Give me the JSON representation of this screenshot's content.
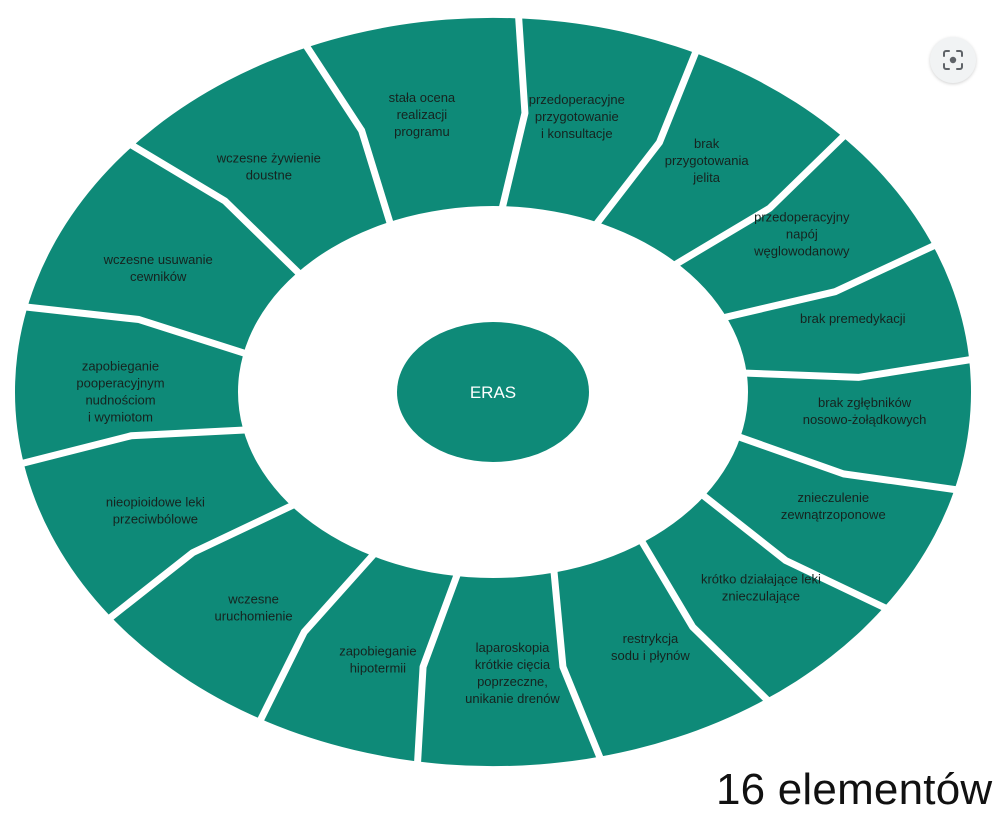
{
  "diagram": {
    "center_label": "ERAS",
    "segments": [
      {
        "lines": [
          "przedoperacyjne",
          "przygotowanie",
          "i konsultacje"
        ]
      },
      {
        "lines": [
          "brak",
          "przygotowania",
          "jelita"
        ]
      },
      {
        "lines": [
          "przedoperacyjny",
          "napój",
          "węglowodanowy"
        ]
      },
      {
        "lines": [
          "brak premedykacji"
        ]
      },
      {
        "lines": [
          "brak zgłębników",
          "nosowo-żołądkowych"
        ]
      },
      {
        "lines": [
          "znieczulenie",
          "zewnątrzoponowe"
        ]
      },
      {
        "lines": [
          "krótko działające leki",
          "znieczulające"
        ]
      },
      {
        "lines": [
          "restrykcja",
          "sodu i płynów"
        ]
      },
      {
        "lines": [
          "laparoskopia",
          "krótkie cięcia",
          "poprzeczne,",
          "unikanie drenów"
        ]
      },
      {
        "lines": [
          "zapobieganie",
          "hipotermii"
        ]
      },
      {
        "lines": [
          "wczesne",
          "uruchomienie"
        ]
      },
      {
        "lines": [
          "nieopioidowe leki",
          "przeciwbólowe"
        ]
      },
      {
        "lines": [
          "zapobieganie",
          "pooperacyjnym",
          "nudnościom",
          "i wymiotom"
        ]
      },
      {
        "lines": [
          "wczesne usuwanie",
          "cewników"
        ]
      },
      {
        "lines": [
          "wczesne żywienie",
          "doustne"
        ]
      },
      {
        "lines": [
          "stała ocena",
          "realizacji",
          "programu"
        ]
      }
    ],
    "colors": {
      "ring": "#0e8a78",
      "divider": "#ffffff",
      "center": "#0e8a78",
      "text": "#16231f"
    }
  },
  "caption": "16 elementów",
  "lens_button": {
    "icon": "lens-icon"
  }
}
